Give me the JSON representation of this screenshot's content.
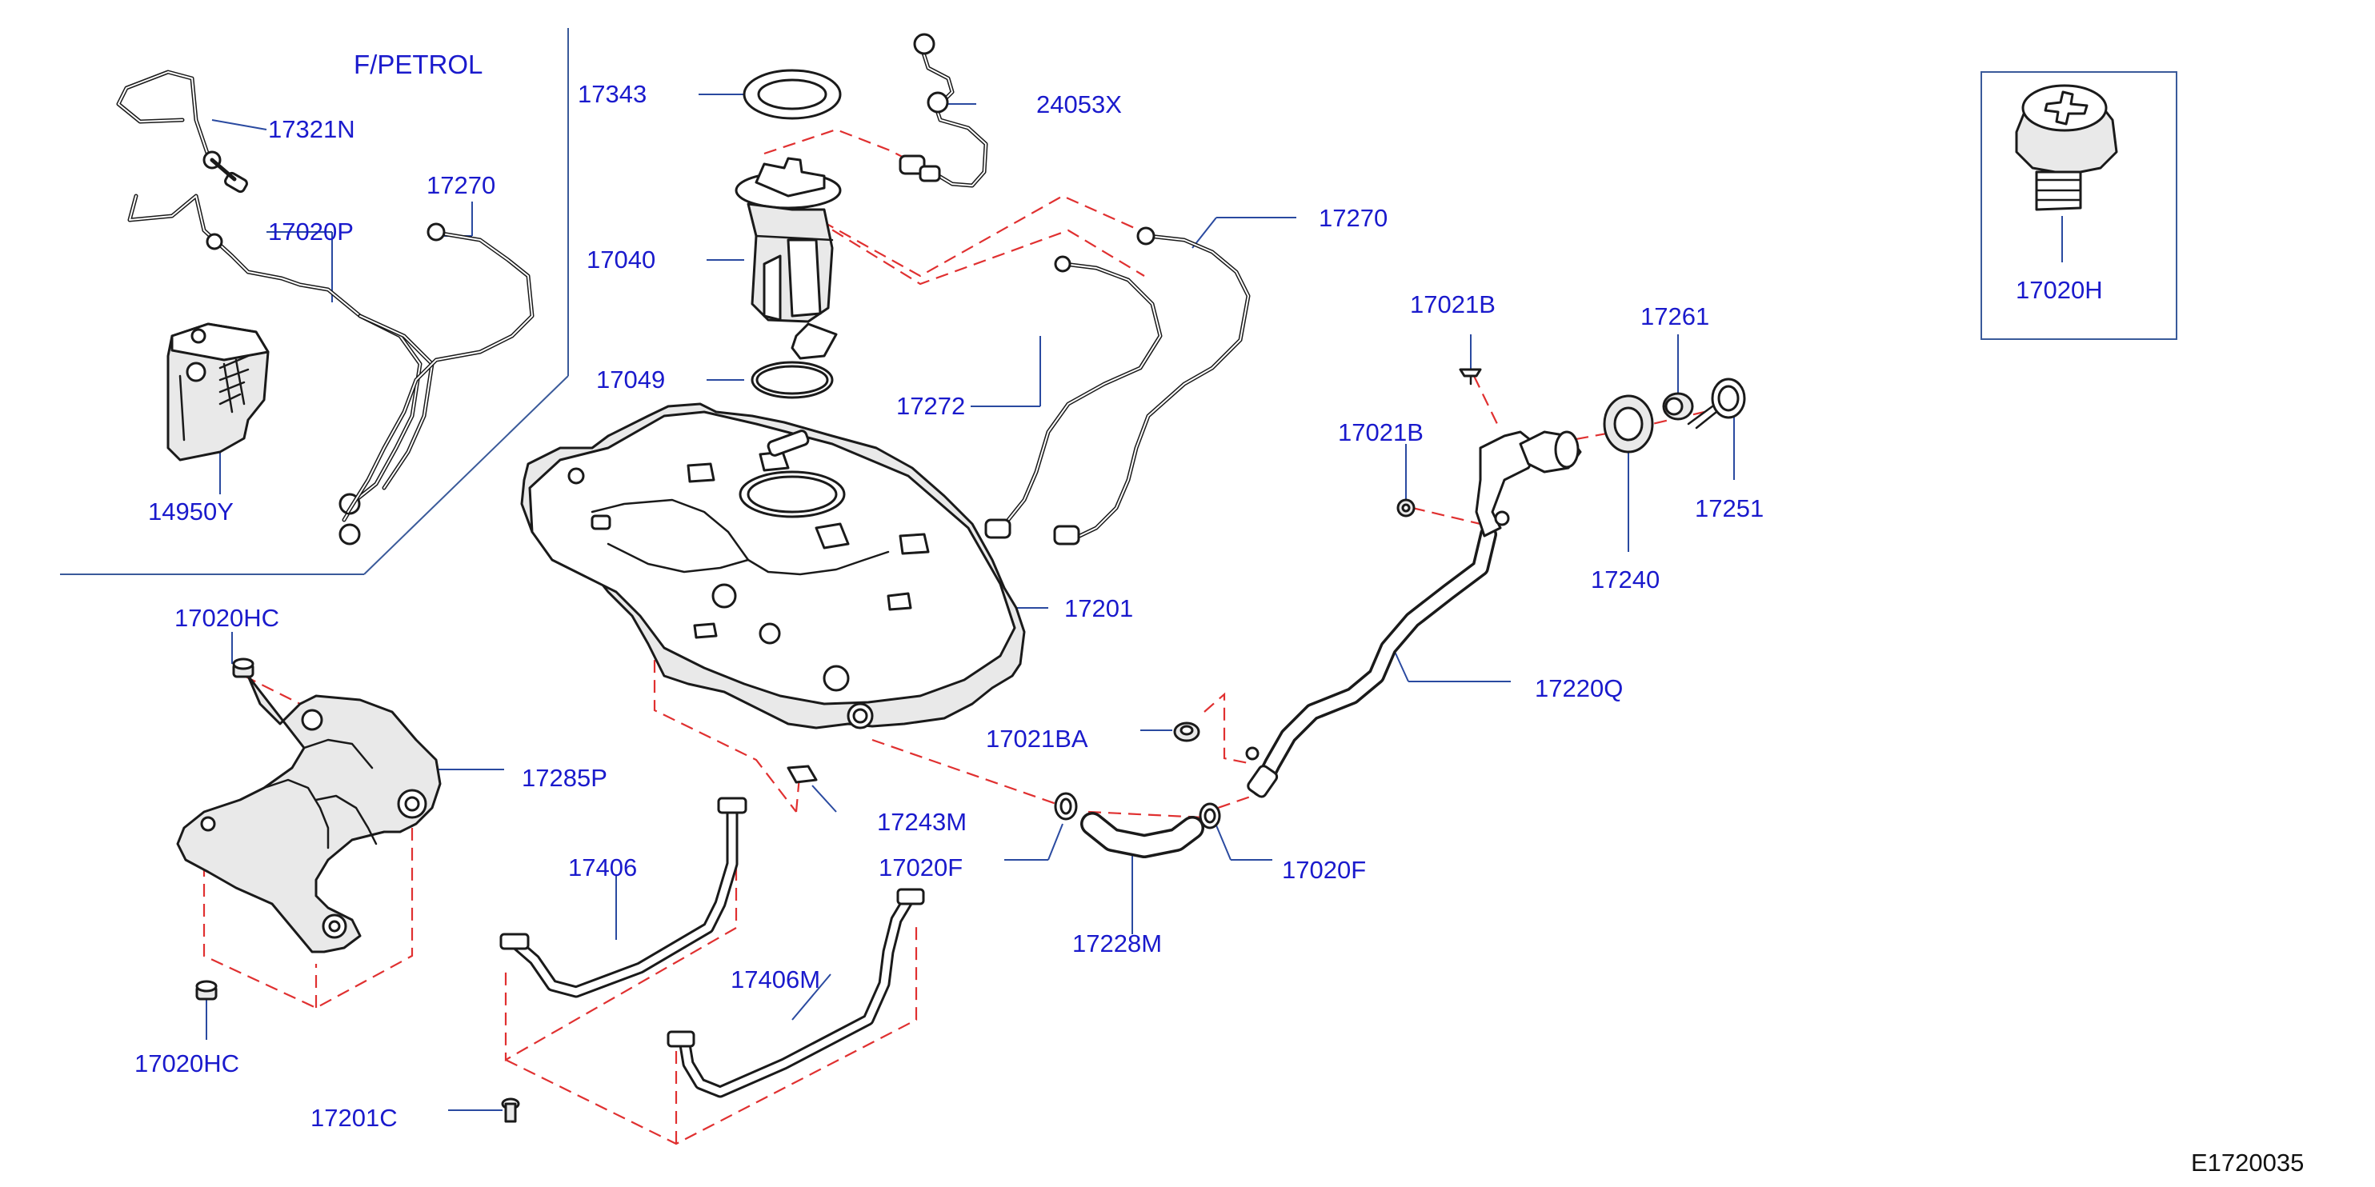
{
  "diagram": {
    "subtitle": "F/PETROL",
    "code": "E1720035",
    "colors": {
      "label": "#1a1acc",
      "leader": "#2a4aa0",
      "dash": "#e03030",
      "border": "#3a5a9a",
      "part": "#1a1a1a"
    },
    "labels": {
      "p17321N": "17321N",
      "p17020P": "17020P",
      "p17270_left": "17270",
      "p14950Y": "14950Y",
      "p17343": "17343",
      "p24053X": "24053X",
      "p17040": "17040",
      "p17049": "17049",
      "p17270_right": "17270",
      "p17272": "17272",
      "p17201": "17201",
      "p17021B_top": "17021B",
      "p17021B_mid": "17021B",
      "p17261": "17261",
      "p17251": "17251",
      "p17240": "17240",
      "p17020H": "17020H",
      "p17020HC_top": "17020HC",
      "p17285P": "17285P",
      "p17220Q": "17220Q",
      "p17021BA": "17021BA",
      "p17243M": "17243M",
      "p17406": "17406",
      "p17020F_left": "17020F",
      "p17020F_right": "17020F",
      "p17228M": "17228M",
      "p17406M": "17406M",
      "p17020HC_bottom": "17020HC",
      "p17201C": "17201C"
    }
  }
}
